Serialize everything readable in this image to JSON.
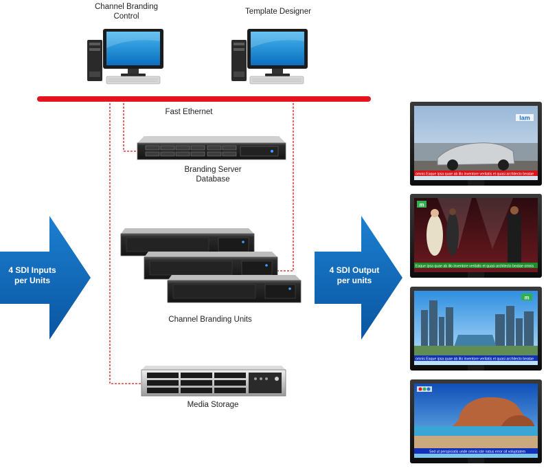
{
  "workstations": [
    {
      "name": "Channel Branding",
      "name_line2": "Control"
    },
    {
      "name": "Template Designer",
      "name_line2": ""
    }
  ],
  "network": {
    "label": "Fast Ethernet",
    "color": "#e3141b"
  },
  "branding_server": {
    "label_line1": "Branding Server",
    "label_line2": "Database"
  },
  "branding_units": {
    "label": "Channel Branding Units"
  },
  "media_storage": {
    "label": "Media Storage"
  },
  "inputs_arrow": {
    "line1": "4 SDI Inputs",
    "line2": "per Units",
    "color": "#0b63b5"
  },
  "outputs_arrow": {
    "line1": "4 SDI Output",
    "line2": "per units",
    "color": "#0b63b5"
  },
  "tvs": [
    {
      "logo": "lam",
      "ticker": "omnis   Eaque ipsa quae ab illo inventore veritatis et quasi architecto beatae",
      "ticker_color": "#d7141a"
    },
    {
      "logo": "m",
      "ticker": "Eaque ipsa quae ab illo inventore veritatis et quasi architecto beatae omnis",
      "ticker_color": "#1e8c2b"
    },
    {
      "logo": "m",
      "ticker": "omnis   Eaque ipsa quae ab illo inventore veritatis et quasi architecto beatae",
      "ticker_color": "#1230b8"
    },
    {
      "logo": "",
      "ticker": "Sed ut perspiciatis unde omnis iste natus error sit voluptatem",
      "ticker_color": "#1230b8"
    }
  ]
}
